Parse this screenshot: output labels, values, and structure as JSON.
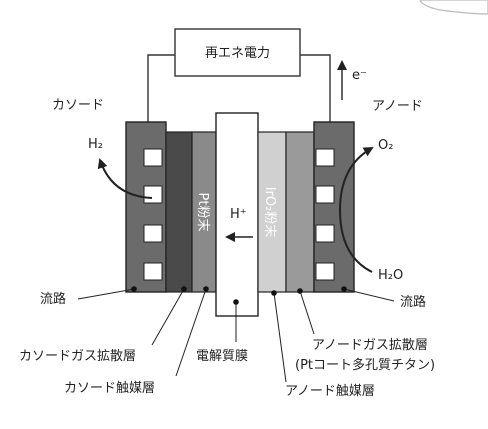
{
  "power_source": "再エネ電力",
  "electron": "e⁻",
  "cathode": "カソード",
  "anode": "アノード",
  "h2": "H₂",
  "o2": "O₂",
  "h2o": "H₂O",
  "proton": "H⁺",
  "pt_powder": "Pt粉末",
  "iro2_powder": "IrO₂粉末",
  "flow_path_left": "流路",
  "flow_path_right": "流路",
  "cathode_gdl": "カソードガス拡散層",
  "cathode_catalyst": "カソード触媒層",
  "membrane": "電解質膜",
  "anode_gdl": "アノードガス拡散層",
  "anode_gdl_note": "(Ptコート多孔質チタン)",
  "anode_catalyst": "アノード触媒層",
  "colors": {
    "flow_plate": "#6b6b6b",
    "cathode_gdl": "#4a4a4a",
    "cathode_catalyst": "#8a8a8a",
    "membrane": "#ffffff",
    "anode_catalyst": "#d0d0d0",
    "anode_gdl": "#9a9a9a",
    "outline": "#222222"
  }
}
